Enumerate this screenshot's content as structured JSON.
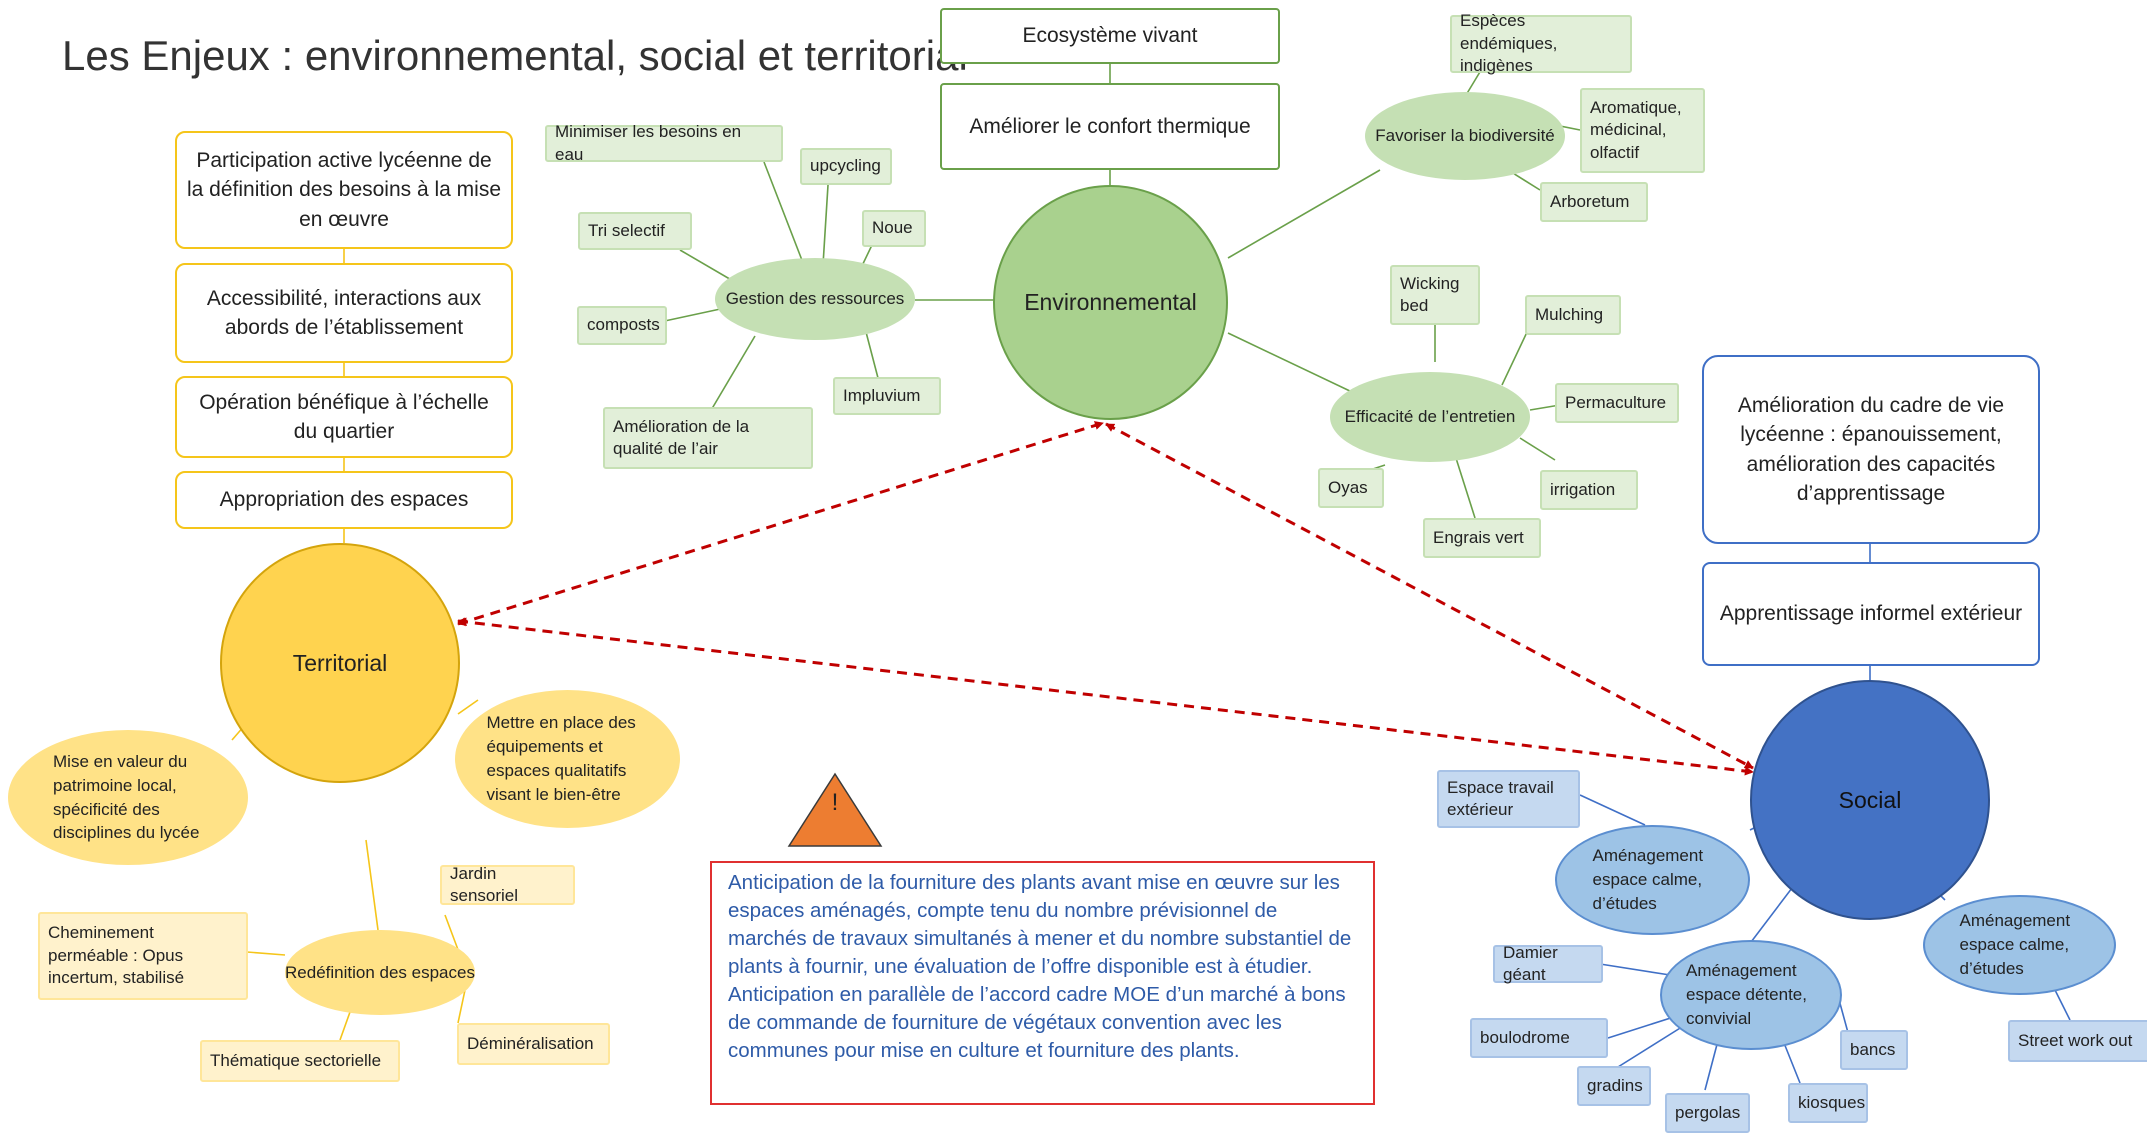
{
  "title": "Les Enjeux : environnemental, social et  territorial",
  "colors": {
    "environnemental": "#a9d18e",
    "territorial": "#ffd34f",
    "social": "#4472c4",
    "arrows": "#c00000",
    "warning": "#ed7d31"
  },
  "environnemental": {
    "label": "Environnemental",
    "top_boxes": [
      "Ecosystème vivant",
      "Améliorer le confort thermique"
    ],
    "gestion": {
      "label": "Gestion des ressources",
      "items": [
        "Minimiser les besoins en eau",
        "upcycling",
        "Noue",
        "Tri selectif",
        "composts",
        "Impluvium",
        "Amélioration de la qualité de l’air"
      ]
    },
    "biodiversite": {
      "label": "Favoriser la biodiversité",
      "items": [
        "Espèces endémiques, indigènes",
        "Aromatique, médicinal, olfactif",
        "Arboretum"
      ]
    },
    "entretien": {
      "label": "Efficacité  de l’entretien",
      "items": [
        "Wicking bed",
        "Mulching",
        "Permaculture",
        "irrigation",
        "Engrais vert",
        "Oyas"
      ]
    }
  },
  "territorial": {
    "label": "Territorial",
    "boxes": [
      "Participation active lycéenne de la définition des besoins à la mise en œuvre",
      "Accessibilité, interactions aux abords de l’établissement",
      "Opération bénéfique à l’échelle du quartier",
      "Appropriation des espaces"
    ],
    "patrimoine": "Mise en valeur du patrimoine local, spécificité des disciplines du lycée",
    "equipements": "Mettre en place des équipements et espaces qualitatifs visant le bien-être",
    "redefinition": {
      "label": "Redéfinition des espaces",
      "items": [
        "Jardin sensoriel",
        "Cheminement perméable : Opus incertum, stabilisé",
        "Déminéralisation",
        "Thématique sectorielle"
      ]
    }
  },
  "social": {
    "label": "Social",
    "boxes": [
      "Amélioration du cadre de vie lycéenne : épanouissement, amélioration des capacités d’apprentissage",
      "Apprentissage informel extérieur"
    ],
    "calme_left": {
      "label": "Aménagement espace calme, d’études",
      "items": [
        "Espace travail extérieur"
      ]
    },
    "calme_right": {
      "label": "Aménagement espace calme, d’études",
      "items": [
        "Street work out"
      ]
    },
    "detente": {
      "label": "Aménagement espace détente, convivial",
      "items": [
        "Damier géant",
        "boulodrome",
        "gradins",
        "pergolas",
        "kiosques",
        "bancs"
      ]
    }
  },
  "warning": {
    "icon": "warning-triangle-icon",
    "symbol": "!",
    "paragraphs": [
      "Anticipation de la fourniture des plants avant mise en œuvre sur les espaces aménagés, compte tenu du nombre prévisionnel de marchés de travaux simultanés à mener et du nombre substantiel de plants à fournir, une évaluation de l’offre disponible est à étudier.",
      "Anticipation en parallèle de l’accord cadre MOE d’un marché à bons de commande de fourniture de végétaux  convention avec les communes pour mise en culture et fourniture des plants."
    ]
  }
}
